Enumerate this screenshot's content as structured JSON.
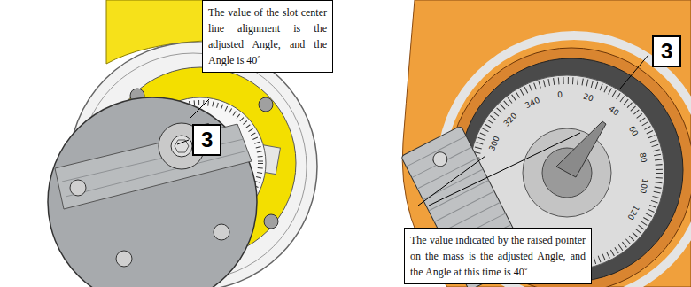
{
  "diagram": {
    "nodes": [
      {
        "text": [
          "The value of the slot center line alignment is the adjusted Angle, and the Angle is 40˚"
        ]
      },
      {
        "text": [
          "3"
        ]
      },
      {
        "text": [
          "3"
        ]
      },
      {
        "text": [
          "The value indicated by the raised pointer on the mass is the adjusted Angle, and the Angle at this time is 40˚"
        ]
      }
    ],
    "labels": [
      "300",
      "320",
      "340",
      "0",
      "20",
      "40",
      "60",
      "80",
      "100",
      "120"
    ]
  }
}
